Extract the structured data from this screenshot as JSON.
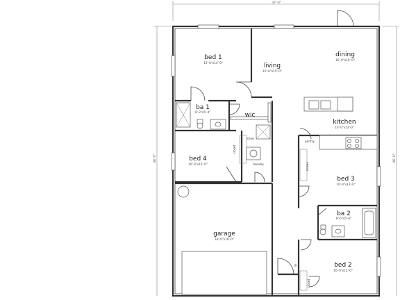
{
  "dimensions": {
    "top": "37'-0\"",
    "left": "46'-0\"",
    "right": "46'-0\""
  },
  "rooms": {
    "bed1": {
      "name": "bed 1",
      "size": "13'-0\"x14'-0\""
    },
    "living": {
      "name": "living",
      "size": "16'-0\"x15'-0\""
    },
    "dining": {
      "name": "dining",
      "size": "10'-0\"x10'-0\""
    },
    "ba1": {
      "name": "ba 1",
      "size": "8'-3\"x5'-4\""
    },
    "wic": {
      "name": "wic"
    },
    "kitchen": {
      "name": "kitchen",
      "size": "10'-0\"x13'-0\""
    },
    "bed4": {
      "name": "bed 4",
      "size": "10'-0\"x12'-0\""
    },
    "bed3": {
      "name": "bed 3",
      "size": "10'-0\"x13'-0\""
    },
    "ba2": {
      "name": "ba 2",
      "size": "8'-0\"x5'-6\""
    },
    "garage": {
      "name": "garage",
      "size": "18'-0\"x18'-0\""
    },
    "bed2": {
      "name": "bed 2",
      "size": "10'-0\"x12'-0\""
    }
  },
  "labels": {
    "shlvs": "shlvs",
    "laundry": "laundry",
    "closet": "closet",
    "pantry": "pantry",
    "linen": "lin"
  }
}
